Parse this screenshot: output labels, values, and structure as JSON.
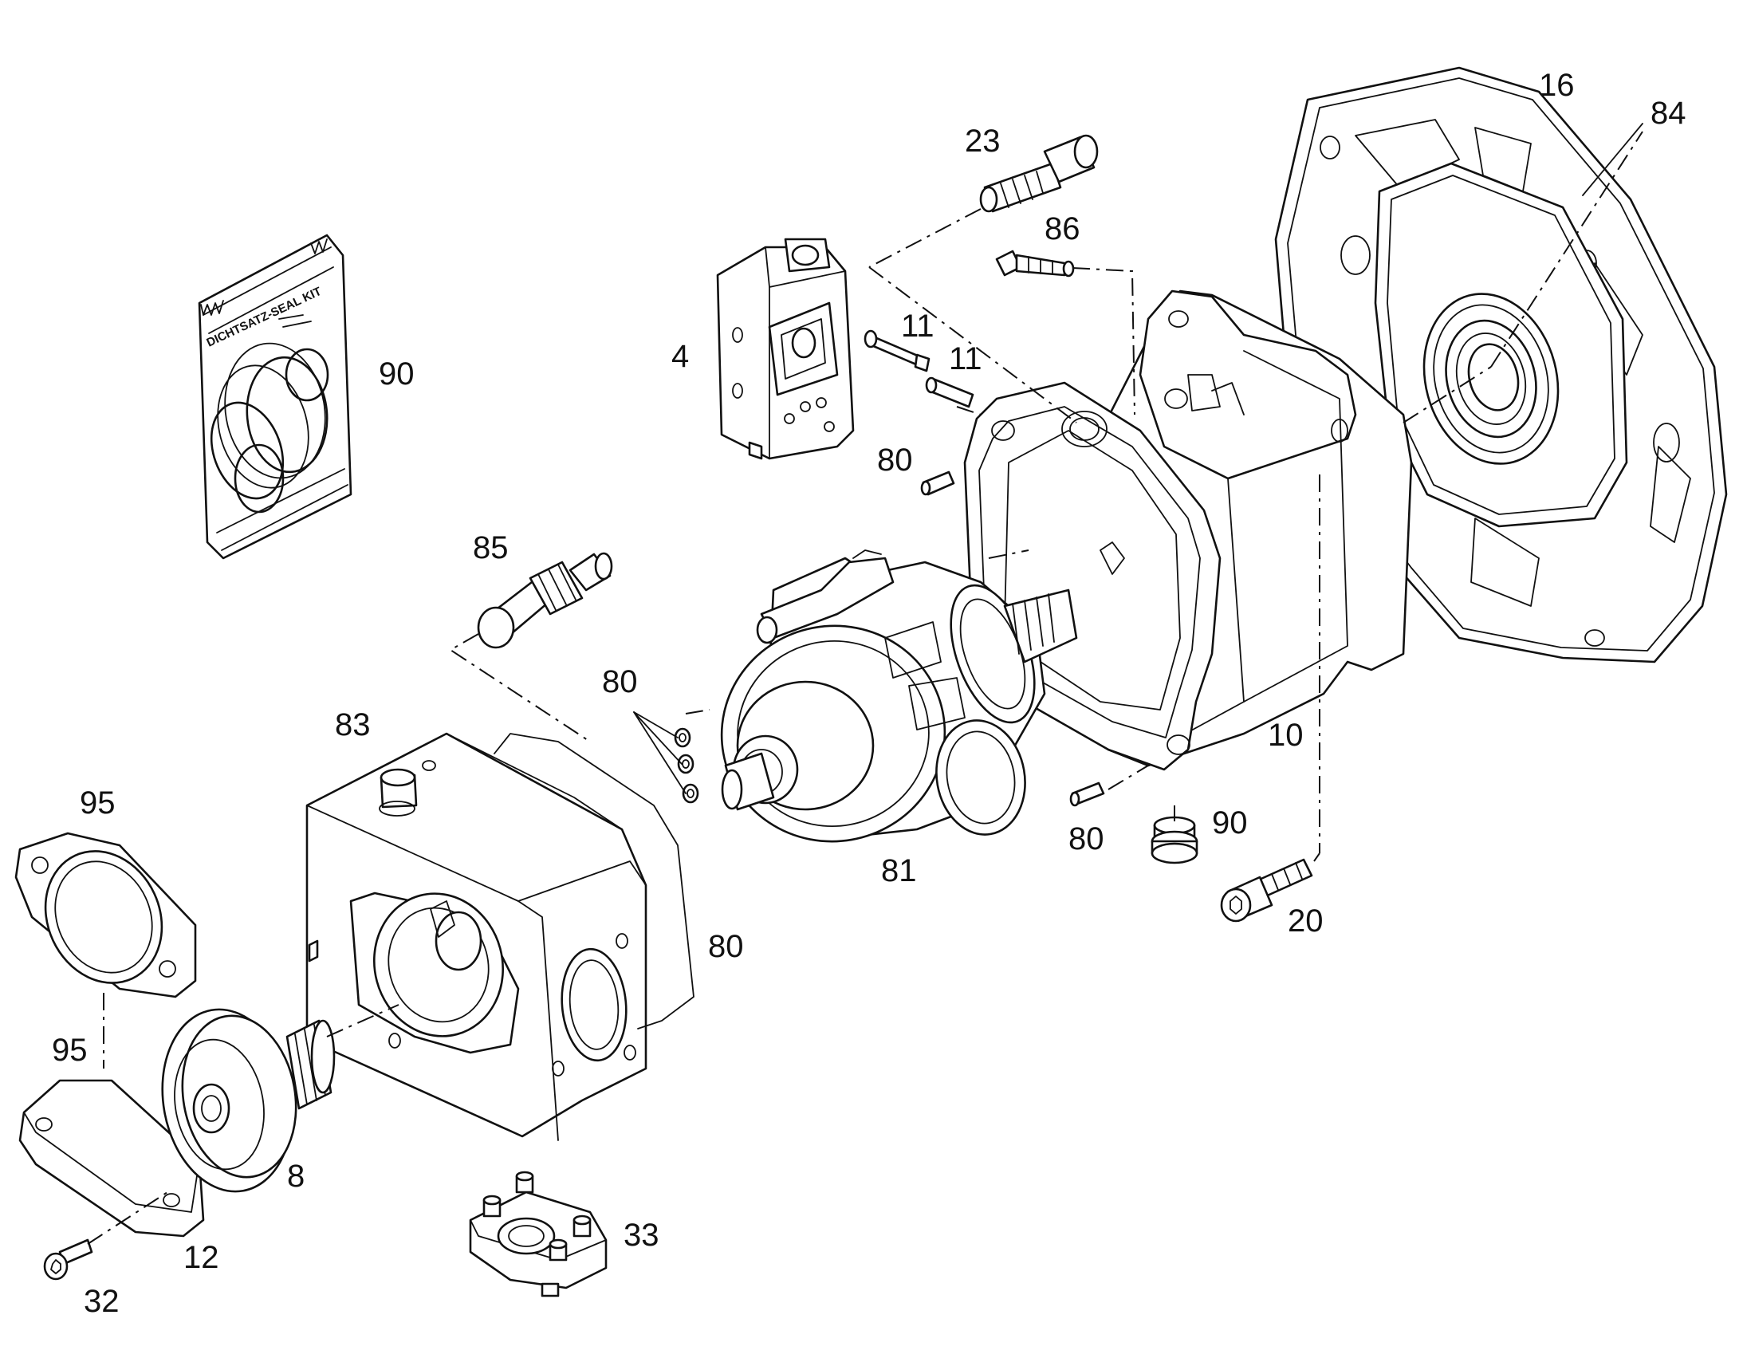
{
  "seal_kit_text": "DICHTSATZ-SEAL KIT",
  "labels": [
    {
      "id": "label-16",
      "text": "16"
    },
    {
      "id": "label-84",
      "text": "84"
    },
    {
      "id": "label-23",
      "text": "23"
    },
    {
      "id": "label-86",
      "text": "86"
    },
    {
      "id": "label-11a",
      "text": "11"
    },
    {
      "id": "label-11b",
      "text": "11"
    },
    {
      "id": "label-4",
      "text": "4"
    },
    {
      "id": "label-90a",
      "text": "90"
    },
    {
      "id": "label-80a",
      "text": "80"
    },
    {
      "id": "label-85",
      "text": "85"
    },
    {
      "id": "label-80b",
      "text": "80"
    },
    {
      "id": "label-83",
      "text": "83"
    },
    {
      "id": "label-10",
      "text": "10"
    },
    {
      "id": "label-95a",
      "text": "95"
    },
    {
      "id": "label-80c",
      "text": "80"
    },
    {
      "id": "label-90b",
      "text": "90"
    },
    {
      "id": "label-81",
      "text": "81"
    },
    {
      "id": "label-20",
      "text": "20"
    },
    {
      "id": "label-80d",
      "text": "80"
    },
    {
      "id": "label-95b",
      "text": "95"
    },
    {
      "id": "label-8",
      "text": "8"
    },
    {
      "id": "label-33",
      "text": "33"
    },
    {
      "id": "label-12",
      "text": "12"
    },
    {
      "id": "label-32",
      "text": "32"
    }
  ]
}
